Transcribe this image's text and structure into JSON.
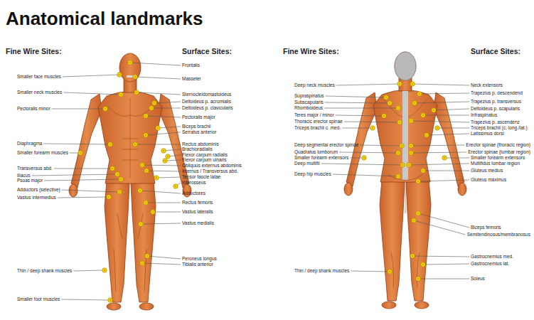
{
  "diagram": {
    "title": "Anatomical landmarks",
    "labels": [
      "Fine Wire Sites:",
      "Smaller face muscles",
      "Smaller neck muscles",
      "Pectoralis minor",
      "Diaphragma",
      "Smaller forearm muscles",
      "Transversus abd.",
      "Iliacus",
      "Psoas major",
      "Adductors (selective)",
      "Vastus intermedius",
      "Thin / deep shank muscles",
      "Smaller foot muscles",
      "Surface Sites:",
      "Frontalis",
      "Masseter",
      "Sternocleidomastoideus",
      "Deltoideus p. acromialis",
      "Deltoideus p. clavicularis",
      "Pectoralis major",
      "Biceps brachii",
      "Serratus anterior",
      "Rectus abdominis",
      "Brachioradialis",
      "Flexor carpum radialis",
      "Flexor carpum ulnaris",
      "Obliquus externus abdominis",
      "Internus / Transversus abd.",
      "Tensor fascie latae",
      "Interosseus",
      "Adductores",
      "Rectus femoris",
      "Vastus lateralis",
      "Vastus medialis",
      "Peroneus longus",
      "Tibialis anterior",
      "Fine Wire Sites:",
      "Deep neck muscles",
      "Supraspinatus",
      "Subscapularis",
      "Rhomboideus",
      "Teres major / minor",
      "Thoracic erector spinae",
      "Triceps brachii c. med.",
      "Deep segmental erector spinae",
      "Quadratus lumborum",
      "Smaller forearm extensors",
      "Deep multifii",
      "Deep hip muscles",
      "Thin / deep shank muscles",
      "Surface Sites:",
      "Neck extensors",
      "Trapezius p. descendend",
      "Trapezius p. transversus",
      "Deltoideus p. scapularis",
      "Infraspinatus",
      "Trapezius p. ascendenz",
      "Triceps brachii (c. long./lat.)",
      "Latissimus dorsi",
      "Erector spinae (thoracic region)",
      "Erector spinae (lumbar region)",
      "Smaller forearm extensors",
      "Multifidus lumbar region",
      "Gluteus medius",
      "Gluteus maximus",
      "Biceps femoris",
      "Semitendinosus/membranosus",
      "Gastrocnemius med.",
      "Gastrocnemius lat.",
      "Soleus"
    ]
  }
}
